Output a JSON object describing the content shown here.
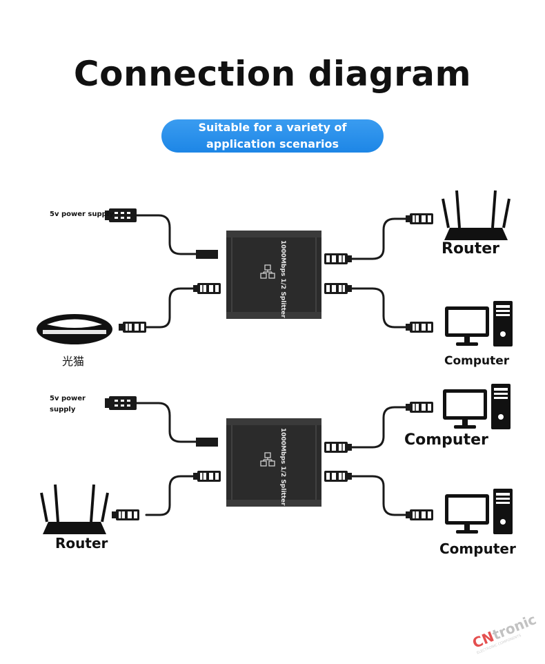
{
  "title": "Connection diagram",
  "subtitle_line1": "Suitable for a variety of",
  "subtitle_line2": "application scenarios",
  "device_label": "1000Mbps 1/2 Splitter",
  "scenario1": {
    "power_label": "5v power supply",
    "source_label": "光猫",
    "output_top_label": "Router",
    "output_bottom_label": "Computer"
  },
  "scenario2": {
    "power_label_line1": "5v power",
    "power_label_line2": "supply",
    "source_label": "Router",
    "output_top_label": "Computer",
    "output_bottom_label": "Computer"
  },
  "watermark": {
    "brand_red": "CN",
    "brand_rest": "tronic",
    "tagline": "ELECTRONIC COMPONENTS"
  },
  "colors": {
    "accent": "#1d86e6",
    "device": "#2b2b2b",
    "cable": "#1a1a1a"
  }
}
